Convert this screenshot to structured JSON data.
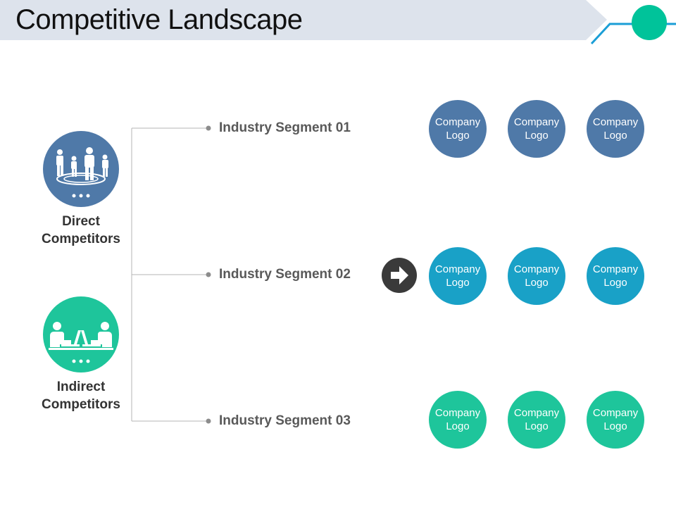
{
  "title": "Competitive Landscape",
  "colors": {
    "title_band": "#dde3ec",
    "accent_line": "#1b9ed6",
    "accent_dot": "#00c39a",
    "direct": "#4f79a8",
    "indirect": "#1ec59b",
    "seg1_logo": "#4f79a8",
    "seg2_logo": "#19a1c7",
    "seg3_logo": "#1ec59b",
    "connector": "#b5b5b5",
    "arrow_bg": "#3a3a3a"
  },
  "categories": [
    {
      "name": "Direct",
      "name2": "Competitors",
      "icon": "group-people-icon"
    },
    {
      "name": "Indirect",
      "name2": "Competitors",
      "icon": "people-at-laptops-icon"
    }
  ],
  "segments": [
    {
      "label": "Industry Segment 01",
      "logos": [
        {
          "line1": "Company",
          "line2": "Logo"
        },
        {
          "line1": "Company",
          "line2": "Logo"
        },
        {
          "line1": "Company",
          "line2": "Logo"
        }
      ]
    },
    {
      "label": "Industry Segment 02",
      "logos": [
        {
          "line1": "Company",
          "line2": "Logo"
        },
        {
          "line1": "Company",
          "line2": "Logo"
        },
        {
          "line1": "Company",
          "line2": "Logo"
        }
      ]
    },
    {
      "label": "Industry Segment 03",
      "logos": [
        {
          "line1": "Company",
          "line2": "Logo"
        },
        {
          "line1": "Company",
          "line2": "Logo"
        },
        {
          "line1": "Company",
          "line2": "Logo"
        }
      ]
    }
  ]
}
